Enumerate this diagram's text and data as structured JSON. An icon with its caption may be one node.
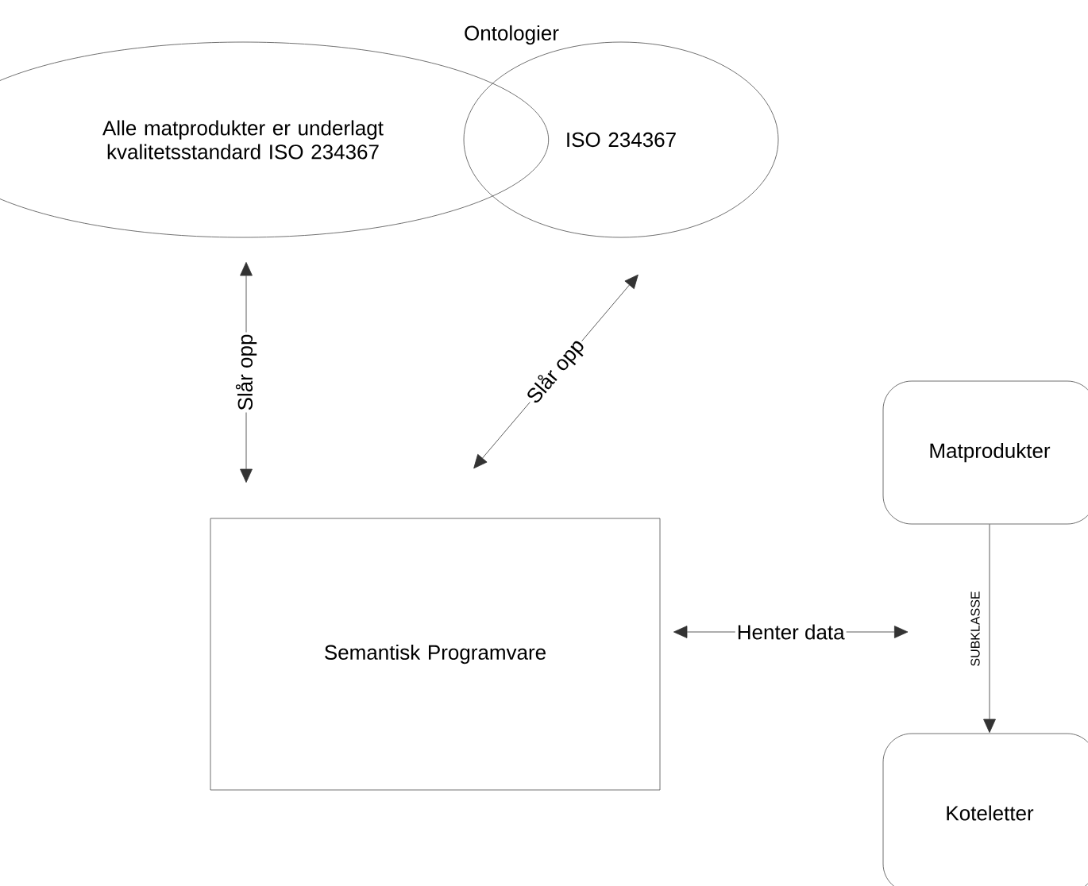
{
  "diagram": {
    "nodes": [
      {
        "text": [
          "Alle matprodukter er underlagt kvalitetsstandard ISO 234367"
        ]
      },
      {
        "text": [
          "ISO 234367"
        ]
      },
      {
        "text": [
          "Semantisk Programvare"
        ]
      },
      {
        "text": [
          "Matprodukter"
        ]
      },
      {
        "text": [
          "Koteletter"
        ]
      }
    ],
    "edges": [
      {
        "from": 0,
        "to": 2,
        "arrow": "both",
        "label": "Slår opp"
      },
      {
        "from": 1,
        "to": 2,
        "arrow": "both",
        "label": "Slår opp"
      },
      {
        "from": 2,
        "to": null,
        "arrow": "both",
        "label": "Henter data"
      },
      {
        "from": 3,
        "to": 4,
        "arrow": "to",
        "label": "SUBKLASSE"
      }
    ],
    "labels": [
      "Ontologier"
    ]
  }
}
